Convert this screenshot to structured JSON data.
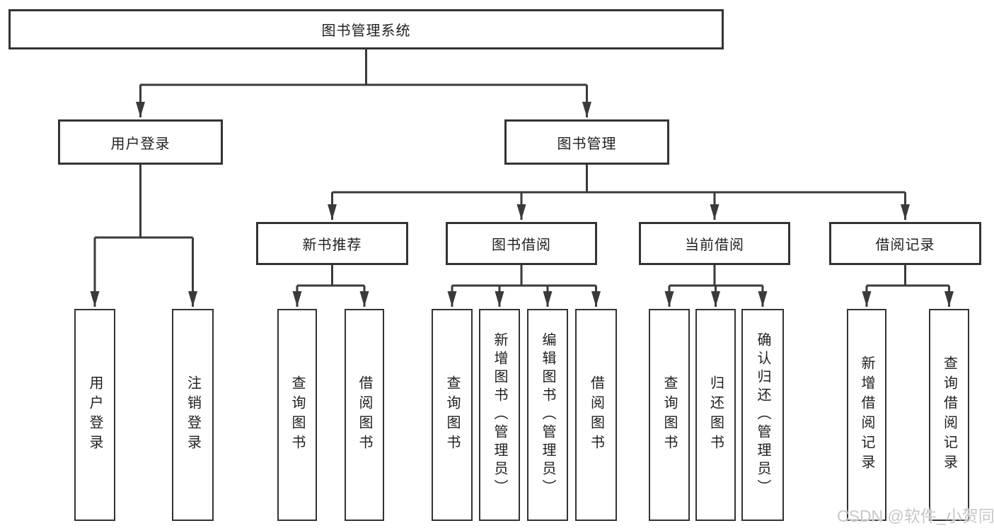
{
  "colors": {
    "line": "#3a3a3a",
    "box_border": "#333333",
    "box_fill": "#ffffff",
    "label_text": "#1f1f1f",
    "watermark_text": "#c7c7c7"
  },
  "tree": {
    "root": {
      "label": "图书管理系统"
    },
    "user_login": {
      "label": "用户登录"
    },
    "book_management": {
      "label": "图书管理"
    },
    "new_book_recommend": {
      "label": "新书推荐"
    },
    "book_borrowing": {
      "label": "图书借阅"
    },
    "current_borrowing": {
      "label": "当前借阅"
    },
    "borrowing_records": {
      "label": "借阅记录"
    },
    "leaves": {
      "login": {
        "label": "用户登录"
      },
      "logout": {
        "label": "注销登录"
      },
      "recommend_query_books": {
        "label": "查询图书"
      },
      "recommend_borrow_books": {
        "label": "借阅图书"
      },
      "borrowing_query_books": {
        "label": "查询图书"
      },
      "borrowing_add_books": {
        "label": "新增图书（管理员）"
      },
      "borrowing_edit_books": {
        "label": "编辑图书（管理员）"
      },
      "borrowing_borrow_books": {
        "label": "借阅图书"
      },
      "current_query_books": {
        "label": "查询图书"
      },
      "current_return_books": {
        "label": "归还图书"
      },
      "current_confirm_return": {
        "label": "确认归还（管理员）"
      },
      "records_add_record": {
        "label": "新增借阅记录"
      },
      "records_query_record": {
        "label": "查询借阅记录"
      }
    }
  },
  "watermark": {
    "text": "CSDN @软件_小贺同学"
  }
}
